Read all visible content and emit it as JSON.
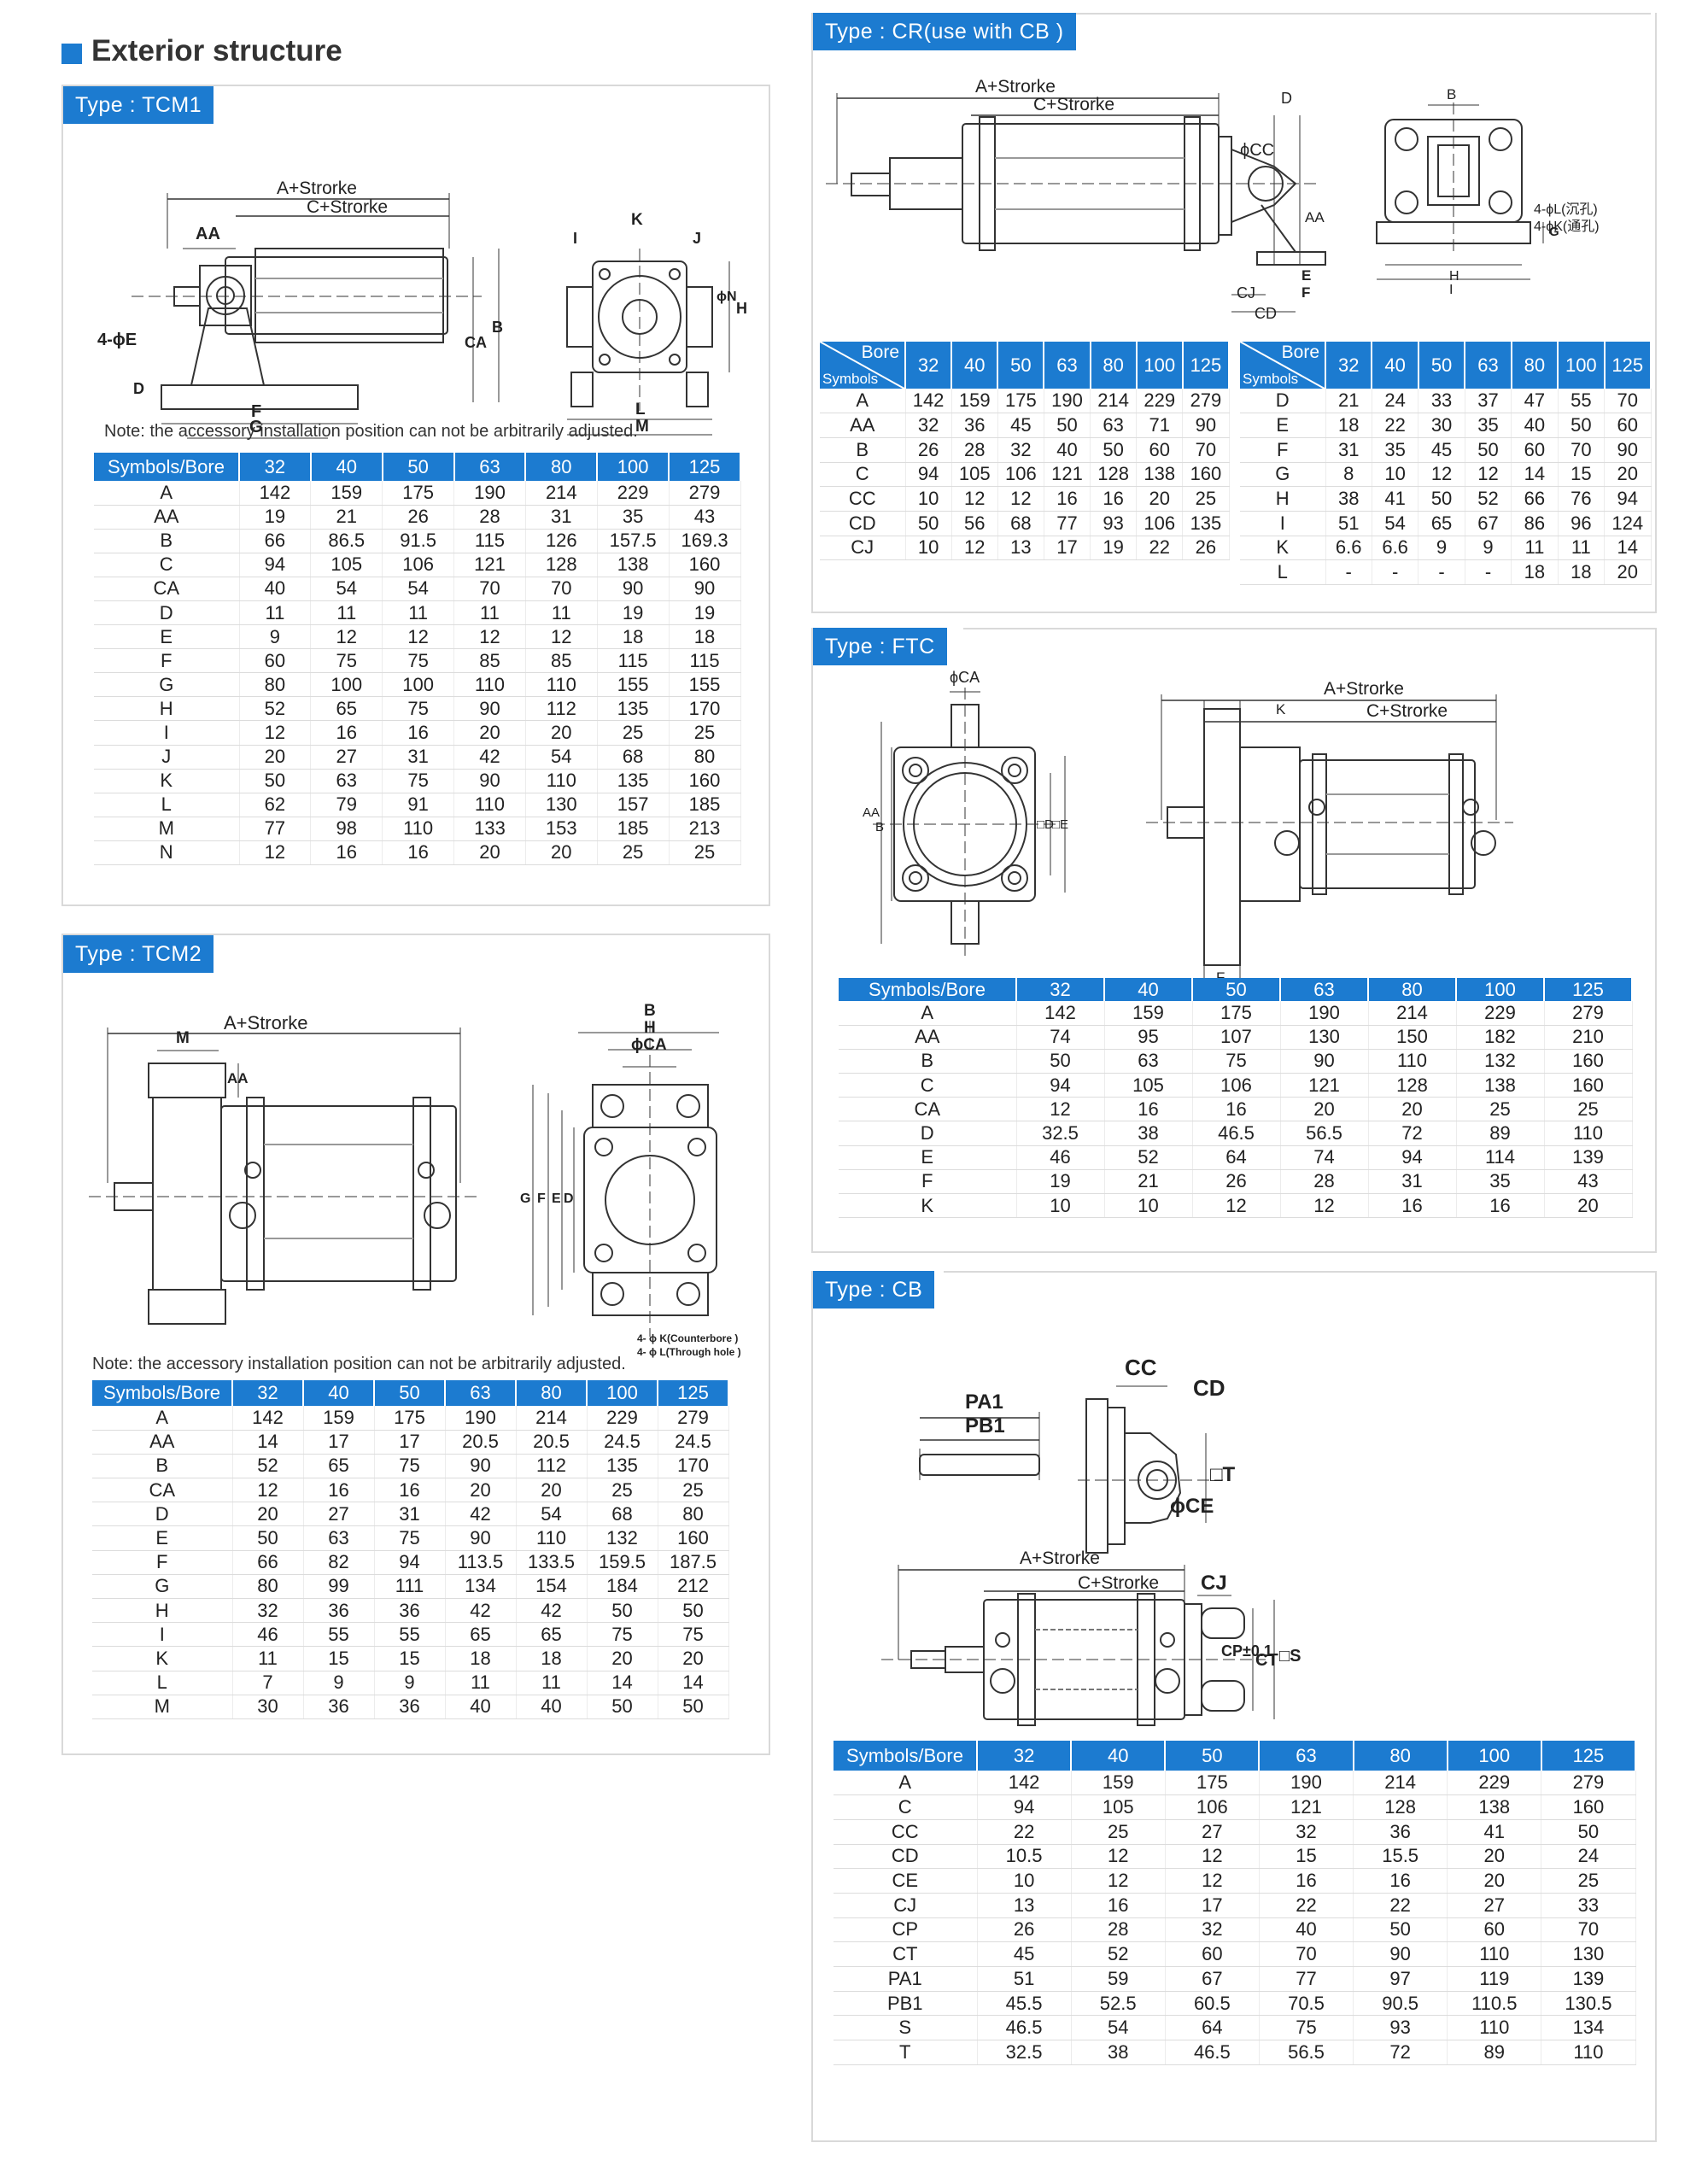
{
  "title": "Exterior structure",
  "colors": {
    "accent": "#1c7bd0"
  },
  "tcm1": {
    "tag": "Type : TCM1",
    "note": "Note: the accessory installation position can not be arbitrarily adjusted.",
    "corner": "Symbols/Bore",
    "bores": [
      "32",
      "40",
      "50",
      "63",
      "80",
      "100",
      "125"
    ],
    "rows": [
      [
        "A",
        "142",
        "159",
        "175",
        "190",
        "214",
        "229",
        "279"
      ],
      [
        "AA",
        "19",
        "21",
        "26",
        "28",
        "31",
        "35",
        "43"
      ],
      [
        "B",
        "66",
        "86.5",
        "91.5",
        "115",
        "126",
        "157.5",
        "169.3"
      ],
      [
        "C",
        "94",
        "105",
        "106",
        "121",
        "128",
        "138",
        "160"
      ],
      [
        "CA",
        "40",
        "54",
        "54",
        "70",
        "70",
        "90",
        "90"
      ],
      [
        "D",
        "11",
        "11",
        "11",
        "11",
        "11",
        "19",
        "19"
      ],
      [
        "E",
        "9",
        "12",
        "12",
        "12",
        "12",
        "18",
        "18"
      ],
      [
        "F",
        "60",
        "75",
        "75",
        "85",
        "85",
        "115",
        "115"
      ],
      [
        "G",
        "80",
        "100",
        "100",
        "110",
        "110",
        "155",
        "155"
      ],
      [
        "H",
        "52",
        "65",
        "75",
        "90",
        "112",
        "135",
        "170"
      ],
      [
        "I",
        "12",
        "16",
        "16",
        "20",
        "20",
        "25",
        "25"
      ],
      [
        "J",
        "20",
        "27",
        "31",
        "42",
        "54",
        "68",
        "80"
      ],
      [
        "K",
        "50",
        "63",
        "75",
        "90",
        "110",
        "135",
        "160"
      ],
      [
        "L",
        "62",
        "79",
        "91",
        "110",
        "130",
        "157",
        "185"
      ],
      [
        "M",
        "77",
        "98",
        "110",
        "133",
        "153",
        "185",
        "213"
      ],
      [
        "N",
        "12",
        "16",
        "16",
        "20",
        "20",
        "25",
        "25"
      ]
    ],
    "labels": {
      "a_stroke": "A+Strorke",
      "c_stroke": "C+Strorke",
      "aa": "AA",
      "phiE": "4-ϕE",
      "d": "D",
      "f": "F",
      "g": "G",
      "ca": "CA",
      "b": "B",
      "i": "I",
      "k": "K",
      "j": "J",
      "n": "ϕN",
      "h": "H",
      "l": "L",
      "m": "M"
    }
  },
  "tcm2": {
    "tag": "Type : TCM2",
    "note": "Note: the accessory installation position can not be arbitrarily adjusted.",
    "corner": "Symbols/Bore",
    "bores": [
      "32",
      "40",
      "50",
      "63",
      "80",
      "100",
      "125"
    ],
    "rows": [
      [
        "A",
        "142",
        "159",
        "175",
        "190",
        "214",
        "229",
        "279"
      ],
      [
        "AA",
        "14",
        "17",
        "17",
        "20.5",
        "20.5",
        "24.5",
        "24.5"
      ],
      [
        "B",
        "52",
        "65",
        "75",
        "90",
        "112",
        "135",
        "170"
      ],
      [
        "CA",
        "12",
        "16",
        "16",
        "20",
        "20",
        "25",
        "25"
      ],
      [
        "D",
        "20",
        "27",
        "31",
        "42",
        "54",
        "68",
        "80"
      ],
      [
        "E",
        "50",
        "63",
        "75",
        "90",
        "110",
        "132",
        "160"
      ],
      [
        "F",
        "66",
        "82",
        "94",
        "113.5",
        "133.5",
        "159.5",
        "187.5"
      ],
      [
        "G",
        "80",
        "99",
        "111",
        "134",
        "154",
        "184",
        "212"
      ],
      [
        "H",
        "32",
        "36",
        "36",
        "42",
        "42",
        "50",
        "50"
      ],
      [
        "I",
        "46",
        "55",
        "55",
        "65",
        "65",
        "75",
        "75"
      ],
      [
        "K",
        "11",
        "15",
        "15",
        "18",
        "18",
        "20",
        "20"
      ],
      [
        "L",
        "7",
        "9",
        "9",
        "11",
        "11",
        "14",
        "14"
      ],
      [
        "M",
        "30",
        "36",
        "36",
        "40",
        "40",
        "50",
        "50"
      ]
    ],
    "labels": {
      "a_stroke": "A+Strorke",
      "m": "M",
      "aa": "AA",
      "b": "B",
      "h": "H",
      "ca": "ϕCA",
      "g": "G",
      "f": "F",
      "e": "E",
      "d": "D",
      "k_note": "4- ϕ K(Counterbore )",
      "l_note": "4- ϕ L(Through hole )"
    }
  },
  "cr": {
    "tag": "Type : CR(use with CB )",
    "bore_label": "Bore",
    "symbols_label": "Symbols",
    "bores": [
      "32",
      "40",
      "50",
      "63",
      "80",
      "100",
      "125"
    ],
    "rows_left": [
      [
        "A",
        "142",
        "159",
        "175",
        "190",
        "214",
        "229",
        "279"
      ],
      [
        "AA",
        "32",
        "36",
        "45",
        "50",
        "63",
        "71",
        "90"
      ],
      [
        "B",
        "26",
        "28",
        "32",
        "40",
        "50",
        "60",
        "70"
      ],
      [
        "C",
        "94",
        "105",
        "106",
        "121",
        "128",
        "138",
        "160"
      ],
      [
        "CC",
        "10",
        "12",
        "12",
        "16",
        "16",
        "20",
        "25"
      ],
      [
        "CD",
        "50",
        "56",
        "68",
        "77",
        "93",
        "106",
        "135"
      ],
      [
        "CJ",
        "10",
        "12",
        "13",
        "17",
        "19",
        "22",
        "26"
      ]
    ],
    "rows_right": [
      [
        "D",
        "21",
        "24",
        "33",
        "37",
        "47",
        "55",
        "70"
      ],
      [
        "E",
        "18",
        "22",
        "30",
        "35",
        "40",
        "50",
        "60"
      ],
      [
        "F",
        "31",
        "35",
        "45",
        "50",
        "60",
        "70",
        "90"
      ],
      [
        "G",
        "8",
        "10",
        "12",
        "12",
        "14",
        "15",
        "20"
      ],
      [
        "H",
        "38",
        "41",
        "50",
        "52",
        "66",
        "76",
        "94"
      ],
      [
        "I",
        "51",
        "54",
        "65",
        "67",
        "86",
        "96",
        "124"
      ],
      [
        "K",
        "6.6",
        "6.6",
        "9",
        "9",
        "11",
        "11",
        "14"
      ],
      [
        "L",
        "-",
        "-",
        "-",
        "-",
        "18",
        "18",
        "20"
      ]
    ],
    "labels": {
      "a_stroke": "A+Strorke",
      "c_stroke": "C+Strorke",
      "d": "D",
      "cc": "ϕCC",
      "aa": "AA",
      "cj": "CJ",
      "e": "E",
      "f": "F",
      "cd": "CD",
      "b": "B",
      "l_note": "4-ϕL(沉孔)",
      "k_note": "4-ϕK(通孔)",
      "g": "G",
      "h": "H",
      "i": "I"
    }
  },
  "ftc": {
    "tag": "Type : FTC",
    "corner": "Symbols/Bore",
    "bores": [
      "32",
      "40",
      "50",
      "63",
      "80",
      "100",
      "125"
    ],
    "rows": [
      [
        "A",
        "142",
        "159",
        "175",
        "190",
        "214",
        "229",
        "279"
      ],
      [
        "AA",
        "74",
        "95",
        "107",
        "130",
        "150",
        "182",
        "210"
      ],
      [
        "B",
        "50",
        "63",
        "75",
        "90",
        "110",
        "132",
        "160"
      ],
      [
        "C",
        "94",
        "105",
        "106",
        "121",
        "128",
        "138",
        "160"
      ],
      [
        "CA",
        "12",
        "16",
        "16",
        "20",
        "20",
        "25",
        "25"
      ],
      [
        "D",
        "32.5",
        "38",
        "46.5",
        "56.5",
        "72",
        "89",
        "110"
      ],
      [
        "E",
        "46",
        "52",
        "64",
        "74",
        "94",
        "114",
        "139"
      ],
      [
        "F",
        "19",
        "21",
        "26",
        "28",
        "31",
        "35",
        "43"
      ],
      [
        "K",
        "10",
        "10",
        "12",
        "12",
        "16",
        "16",
        "20"
      ]
    ],
    "labels": {
      "ca": "ϕCA",
      "aa": "AA",
      "b": "B",
      "d": "□D",
      "e": "□E",
      "a_stroke": "A+Strorke",
      "c_stroke": "C+Strorke",
      "k": "K",
      "f": "F"
    }
  },
  "cb": {
    "tag": "Type : CB",
    "corner": "Symbols/Bore",
    "bores": [
      "32",
      "40",
      "50",
      "63",
      "80",
      "100",
      "125"
    ],
    "rows": [
      [
        "A",
        "142",
        "159",
        "175",
        "190",
        "214",
        "229",
        "279"
      ],
      [
        "C",
        "94",
        "105",
        "106",
        "121",
        "128",
        "138",
        "160"
      ],
      [
        "CC",
        "22",
        "25",
        "27",
        "32",
        "36",
        "41",
        "50"
      ],
      [
        "CD",
        "10.5",
        "12",
        "12",
        "15",
        "15.5",
        "20",
        "24"
      ],
      [
        "CE",
        "10",
        "12",
        "12",
        "16",
        "16",
        "20",
        "25"
      ],
      [
        "CJ",
        "13",
        "16",
        "17",
        "22",
        "22",
        "27",
        "33"
      ],
      [
        "CP",
        "26",
        "28",
        "32",
        "40",
        "50",
        "60",
        "70"
      ],
      [
        "CT",
        "45",
        "52",
        "60",
        "70",
        "90",
        "110",
        "130"
      ],
      [
        "PA1",
        "51",
        "59",
        "67",
        "77",
        "97",
        "119",
        "139"
      ],
      [
        "PB1",
        "45.5",
        "52.5",
        "60.5",
        "70.5",
        "90.5",
        "110.5",
        "130.5"
      ],
      [
        "S",
        "46.5",
        "54",
        "64",
        "75",
        "93",
        "110",
        "134"
      ],
      [
        "T",
        "32.5",
        "38",
        "46.5",
        "56.5",
        "72",
        "89",
        "110"
      ]
    ],
    "labels": {
      "pa1": "PA1",
      "pb1": "PB1",
      "cc": "CC",
      "cd": "CD",
      "t": "□T",
      "ce": "ϕCE",
      "a_stroke": "A+Strorke",
      "c_stroke": "C+Strorke",
      "cj": "CJ",
      "cp": "CP±0.1",
      "ct": "CT",
      "s": "□S"
    }
  }
}
